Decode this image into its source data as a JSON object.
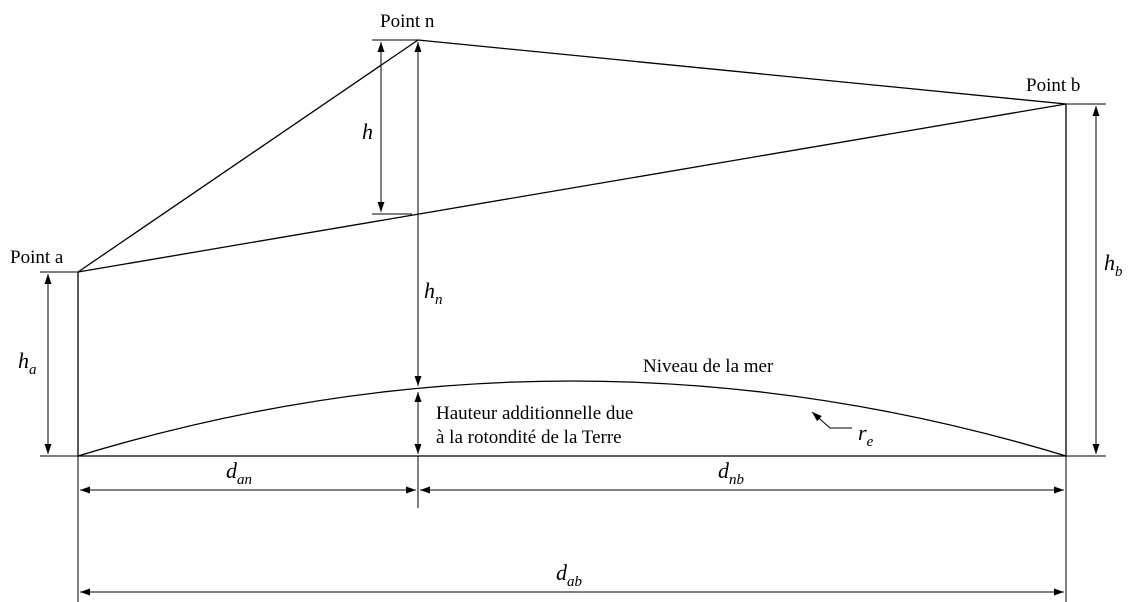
{
  "labels": {
    "point_a": "Point a",
    "point_n": "Point n",
    "point_b": "Point b",
    "sea_level": "Niveau de la mer",
    "earth_curvature_line1": "Hauteur additionnelle due",
    "earth_curvature_line2": "à la rotondité de la Terre"
  },
  "symbols": {
    "h": {
      "base": "h",
      "sub": ""
    },
    "h_n": {
      "base": "h",
      "sub": "n"
    },
    "h_a": {
      "base": "h",
      "sub": "a"
    },
    "h_b": {
      "base": "h",
      "sub": "b"
    },
    "r_e": {
      "base": "r",
      "sub": "e"
    },
    "d_an": {
      "base": "d",
      "sub": "an"
    },
    "d_nb": {
      "base": "d",
      "sub": "nb"
    },
    "d_ab": {
      "base": "d",
      "sub": "ab"
    }
  },
  "colors": {
    "stroke": "#000000",
    "background": "#ffffff"
  }
}
